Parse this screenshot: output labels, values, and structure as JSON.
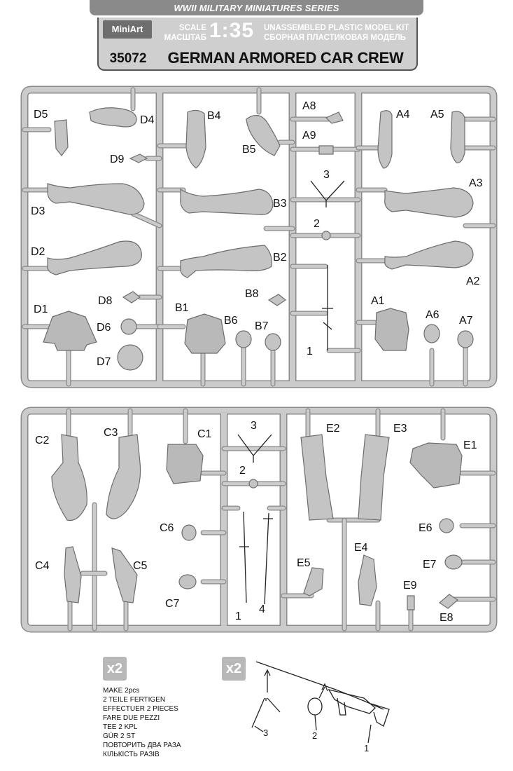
{
  "series_banner": "WWII MILITARY MINIATURES SERIES",
  "header": {
    "brand": "MiniArt",
    "kit_number": "35072",
    "scale_label_1": "SCALE",
    "scale_label_2": "МАСШТАБ",
    "scale": "1:35",
    "kit_type_1": "UNASSEMBLED PLASTIC MODEL KIT",
    "kit_type_2": "СБОРНАЯ ПЛАСТИКОВАЯ МОДЕЛЬ",
    "title": "GERMAN ARMORED CAR CREW"
  },
  "sprue1_labels": {
    "D5": "D5",
    "D4": "D4",
    "D9": "D9",
    "D3": "D3",
    "D2": "D2",
    "D1": "D1",
    "D8": "D8",
    "D6": "D6",
    "D7": "D7",
    "B4": "B4",
    "B5": "B5",
    "B3": "B3",
    "B2": "B2",
    "B8": "B8",
    "B1": "B1",
    "B6": "B6",
    "B7": "B7",
    "A8": "A8",
    "A9": "A9",
    "n3": "3",
    "n2": "2",
    "n1": "1",
    "A4": "A4",
    "A5": "A5",
    "A3": "A3",
    "A2": "A2",
    "A1": "A1",
    "A6": "A6",
    "A7": "A7"
  },
  "sprue2_labels": {
    "C2": "C2",
    "C3": "C3",
    "C1": "C1",
    "C6": "C6",
    "C4": "C4",
    "C5": "C5",
    "C7": "C7",
    "n3": "3",
    "n2": "2",
    "n1": "1",
    "n4": "4",
    "E2": "E2",
    "E3": "E3",
    "E1": "E1",
    "E6": "E6",
    "E7": "E7",
    "E8": "E8",
    "E4": "E4",
    "E5": "E5",
    "E9": "E9"
  },
  "badges": {
    "left": "x2",
    "right": "x2"
  },
  "make_lines": [
    "MAKE 2pcs",
    "2 TEILE FERTIGEN",
    "EFFECTUER 2 PIECES",
    "FARE DUE PEZZI",
    "TEE 2 KPL",
    "GÜR 2 ST",
    "ПОВТОРИТЬ ДВА РАЗА",
    "КІЛЬКІСТЬ РАЗІВ"
  ],
  "assembly_labels": {
    "p3": "3",
    "p2": "2",
    "p1": "1"
  },
  "colors": {
    "sprue": "#c9c9c9",
    "sprue_edge": "#8a8a8a",
    "header": "#cfcfcf",
    "banner": "#8a8a8a"
  }
}
